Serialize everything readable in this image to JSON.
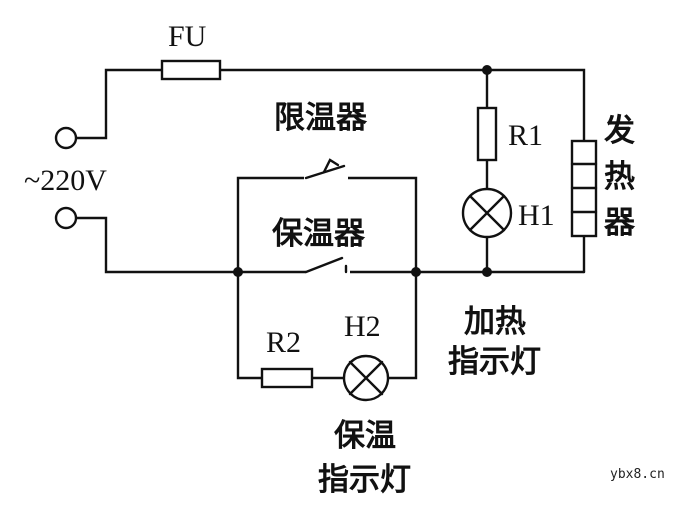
{
  "labels": {
    "fuse": "FU",
    "source": "~220V",
    "limiter": "限温器",
    "keeper": "保温器",
    "r1": "R1",
    "h1": "H1",
    "heater": "发热器",
    "r2": "R2",
    "h2": "H2",
    "heat_indicator_1": "加热",
    "heat_indicator_2": "指示灯",
    "warm_indicator_1": "保温",
    "warm_indicator_2": "指示灯"
  },
  "watermark": "ybx8.cn"
}
